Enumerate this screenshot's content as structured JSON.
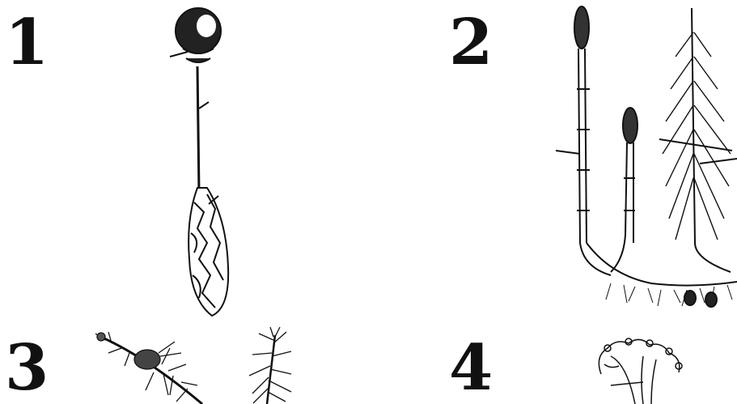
{
  "panels": [
    {
      "number": "1",
      "icon": "moss-sporophyte-illustration"
    },
    {
      "number": "2",
      "icon": "horsetail-illustration"
    },
    {
      "number": "3",
      "icon": "conifer-branch-illustration"
    },
    {
      "number": "4",
      "icon": "liverwort-illustration"
    }
  ],
  "colors": {
    "ink": "#111111",
    "background": "#ffffff"
  }
}
